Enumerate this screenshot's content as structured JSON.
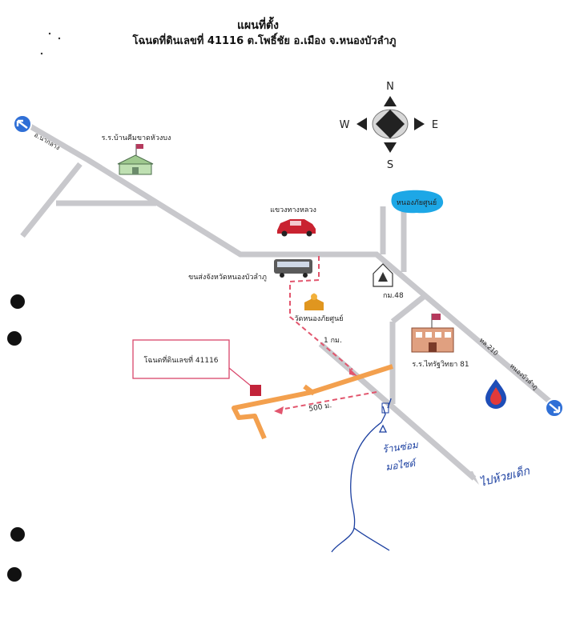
{
  "header": {
    "title": "แผนที่ตั้ง",
    "subtitle": "โฉนดที่ดินเลขที่ 41116 ต.โพธิ์ชัย อ.เมือง จ.หนองบัวลำภู"
  },
  "compass": {
    "n": "N",
    "s": "S",
    "e": "E",
    "w": "W"
  },
  "places": {
    "school_top": "ร.ร.บ้านคีมขาดหัวงบง",
    "police": "แขวงทางหลวง",
    "bus": "ขนส่งจังหวัดหนองบัวลำภู",
    "temple": "วัดหนองภัยศูนย์",
    "lake": "หนองภัยศูนย์",
    "military": "กม.48",
    "school_right": "ร.ร.ไทรัฐวิทยา 81",
    "plot_box": "โฉนดที่ดินเลขที่ 41116"
  },
  "roads": {
    "nw_label": "อ.นากลาง",
    "se_label": "หนองบัวลำภู",
    "route": "ทล.210"
  },
  "distances": {
    "d1": "1 กม.",
    "d2": "500 ม."
  },
  "handwriting": {
    "shop": "ร้านซ่อม",
    "moto": "มอไซด์",
    "to": "ไปห้วยเด็ก"
  },
  "colors": {
    "road": "#c8c8cc",
    "orange_road": "#f3a04e",
    "dashed_route": "#e2566e",
    "plot_box_border": "#d9456a",
    "ink": "#1b3fa0",
    "lake": "#1da7e6",
    "arrow_sign": "#2f6fd6"
  }
}
